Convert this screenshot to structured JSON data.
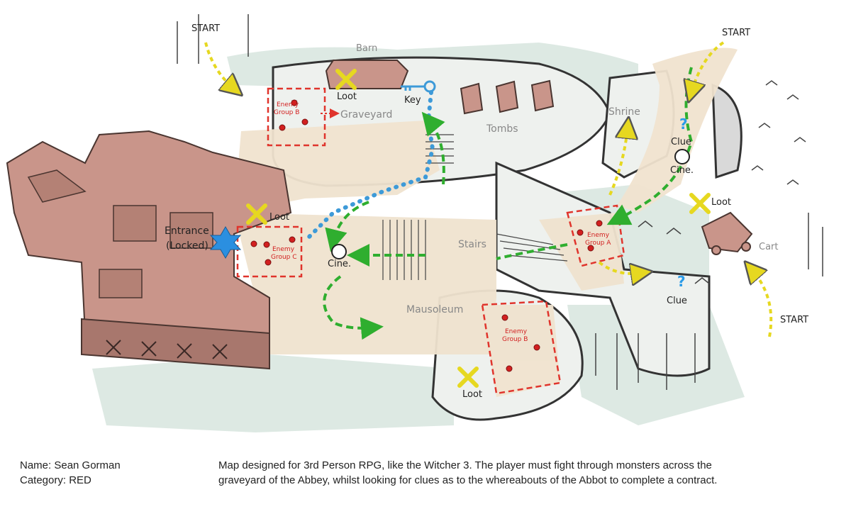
{
  "map": {
    "areas": {
      "barn": "Barn",
      "graveyard": "Graveyard",
      "tombs": "Tombs",
      "shrine": "Shrine",
      "stairs": "Stairs",
      "mausoleum": "Mausoleum",
      "cart": "Cart"
    },
    "entrance": {
      "line1": "Entrance",
      "line2": "(Locked)"
    },
    "starts": [
      "START",
      "START",
      "START"
    ],
    "loot_label": "Loot",
    "key_label": "Key",
    "clue_label": "Clue",
    "clue_mark": "?",
    "cine_label": "Cine.",
    "enemy_groups": [
      {
        "line1": "Enemy",
        "line2": "Group B"
      },
      {
        "line1": "Enemy",
        "line2": "Group C"
      },
      {
        "line1": "Enemy",
        "line2": "Group A"
      },
      {
        "line1": "Enemy",
        "line2": "Group B"
      }
    ],
    "colors": {
      "loot_marker": "#f2e21a",
      "key_path": "#3d9ad8",
      "player_path": "#2fae2f",
      "start_arrow": "#e6d820",
      "enemy_zone": "#e0342c",
      "entrance_star": "#2b8fe0",
      "clue_mark": "#2b9be8",
      "building": "#c9958a",
      "ground": "#f0e3cf",
      "grass": "#dde9e3"
    }
  },
  "footer": {
    "name_line": "Name: Sean Gorman",
    "category_line": "Category: RED",
    "description_line1": "Map designed for 3rd Person RPG, like the Witcher 3. The player must fight through monsters across the",
    "description_line2": "graveyard of the Abbey, whilst looking for clues as to the whereabouts of the Abbot to complete a contract."
  }
}
